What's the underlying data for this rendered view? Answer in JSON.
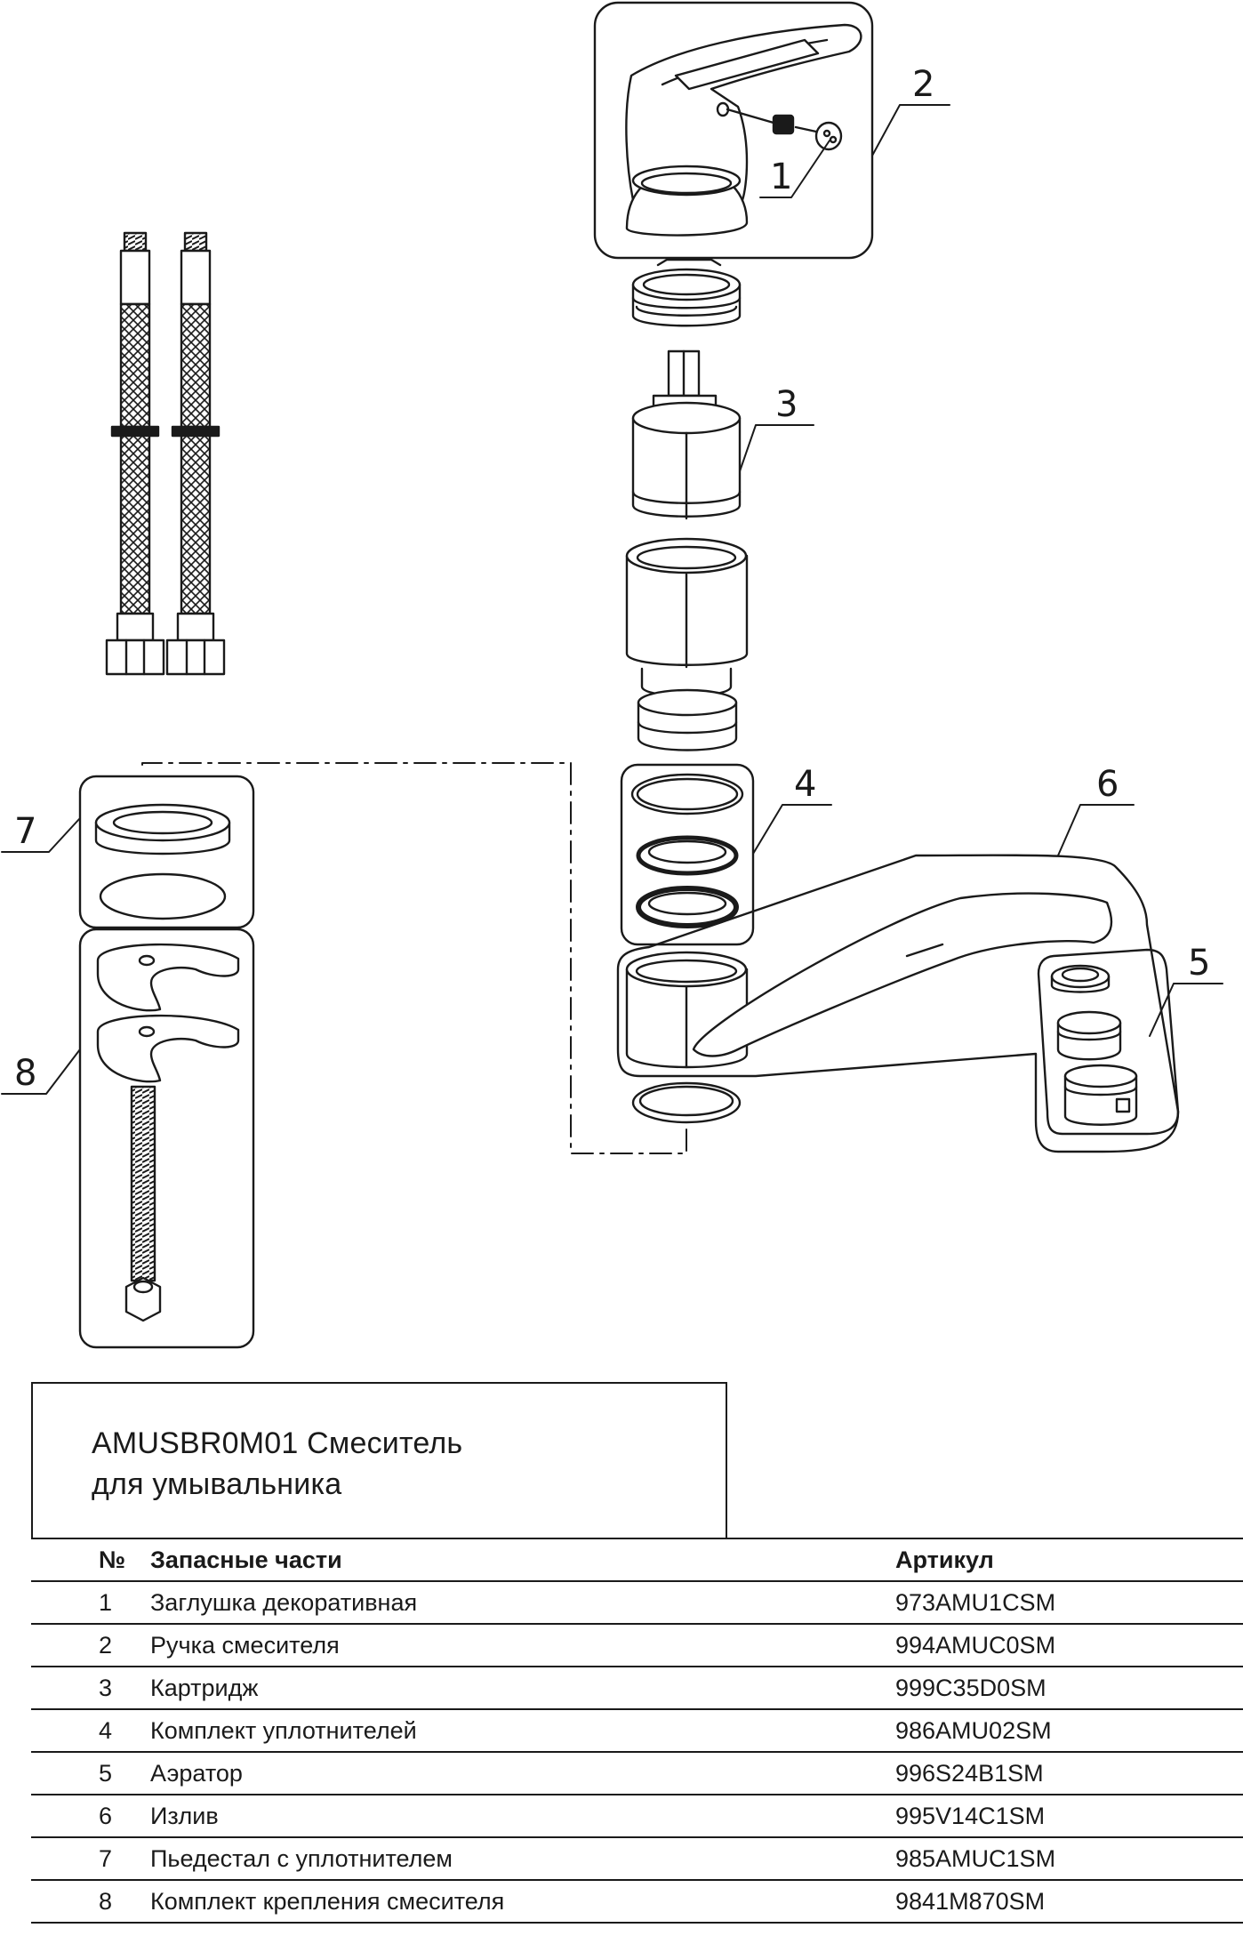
{
  "callouts": [
    "1",
    "2",
    "3",
    "4",
    "5",
    "6",
    "7",
    "8"
  ],
  "title": {
    "line1": "AMUSBR0M01 Смеситель",
    "line2": "для умывальника"
  },
  "table": {
    "headers": {
      "num": "№",
      "name": "Запасные части",
      "article": "Артикул"
    },
    "rows": [
      {
        "num": "1",
        "name": "Заглушка декоративная",
        "article": "973AMU1CSM"
      },
      {
        "num": "2",
        "name": "Ручка смесителя",
        "article": "994AMUC0SM"
      },
      {
        "num": "3",
        "name": "Картридж",
        "article": "999C35D0SM"
      },
      {
        "num": "4",
        "name": "Комплект уплотнителей",
        "article": "986AMU02SM"
      },
      {
        "num": "5",
        "name": "Аэратор",
        "article": "996S24B1SM"
      },
      {
        "num": "6",
        "name": "Излив",
        "article": "995V14C1SM"
      },
      {
        "num": "7",
        "name": "Пьедестал с уплотнителем",
        "article": "985AMUC1SM"
      },
      {
        "num": "8",
        "name": "Комплект крепления смесителя",
        "article": "9841M870SM"
      }
    ]
  }
}
